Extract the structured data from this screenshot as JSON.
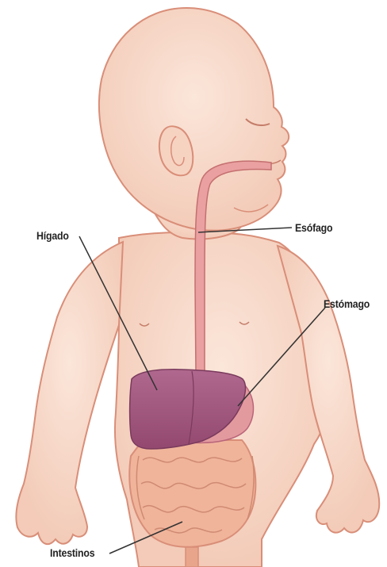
{
  "labels": {
    "liver": "Hígado",
    "esophagus": "Esófago",
    "stomach": "Estómago",
    "intestines": "Intestinos"
  },
  "colors": {
    "skin": "#f8dccd",
    "skin_outline": "#d98e78",
    "esophagus": "#eaa0a0",
    "liver": "#a35a82",
    "intestine": "#f0b49b",
    "leader_line": "#333333"
  }
}
